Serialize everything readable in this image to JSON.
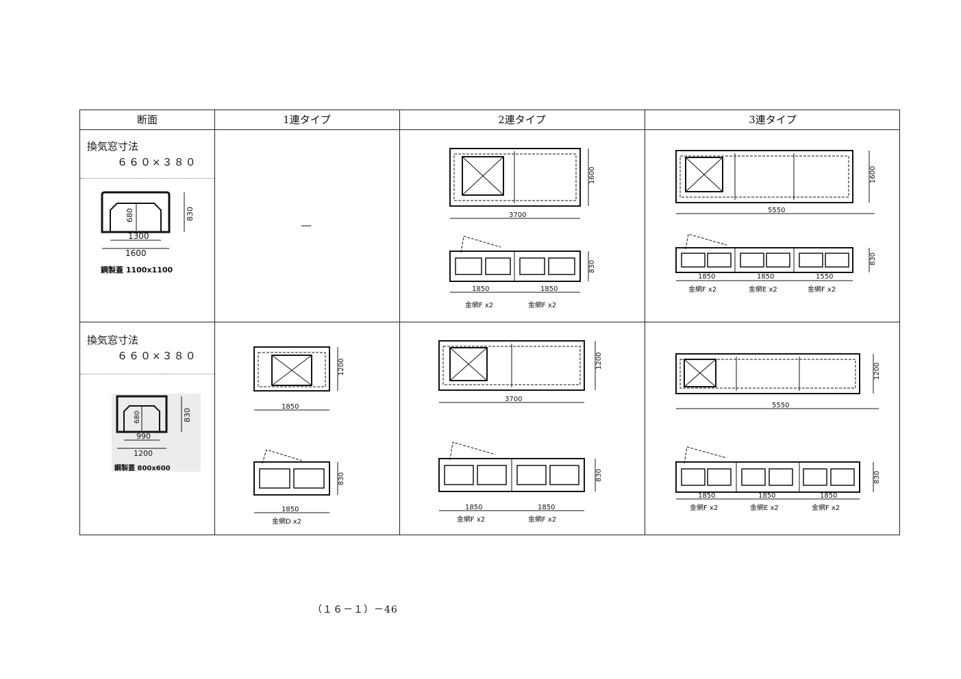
{
  "table": {
    "headers": {
      "section": "断面",
      "type1": "1連タイプ",
      "type2": "2連タイプ",
      "type3": "3連タイプ"
    },
    "rows": [
      {
        "vent_label": "換気窓寸法",
        "vent_size": "６６０×３８０",
        "section": {
          "height_outer": "830",
          "height_inner": "680",
          "width_inner": "1300",
          "width_outer": "1600",
          "cover": "鋼製蓋 1100x1100"
        },
        "type1": {
          "placeholder": "—"
        },
        "type2": {
          "width": "3700",
          "height": "1600",
          "side_height": "830",
          "spans": [
            "1850",
            "1850"
          ],
          "fittings": [
            "金網F x2",
            "金網F x2"
          ]
        },
        "type3": {
          "width": "5550",
          "height": "1600",
          "side_height": "830",
          "spans": [
            "1850",
            "1850",
            "1550"
          ],
          "fittings": [
            "金網F x2",
            "金網E x2",
            "金網F x2"
          ]
        }
      },
      {
        "vent_label": "換気窓寸法",
        "vent_size": "６６０×３８０",
        "section": {
          "height_outer": "830",
          "height_inner": "680",
          "width_inner": "990",
          "width_outer": "1200",
          "cover": "鋼製蓋 800x600"
        },
        "type1": {
          "width": "1850",
          "height": "1200",
          "side_height": "830",
          "span": "1850",
          "fitting": "金網D x2"
        },
        "type2": {
          "width": "3700",
          "height": "1200",
          "side_height": "830",
          "spans": [
            "1850",
            "1850"
          ],
          "fittings": [
            "金網F x2",
            "金網F x2"
          ]
        },
        "type3": {
          "width": "5550",
          "height": "1200",
          "side_height": "830",
          "spans": [
            "1850",
            "1850",
            "1850"
          ],
          "fittings": [
            "金網F x2",
            "金網E x2",
            "金網F x2"
          ]
        }
      }
    ]
  },
  "footer": {
    "page_number": "（１６－１）－46"
  }
}
